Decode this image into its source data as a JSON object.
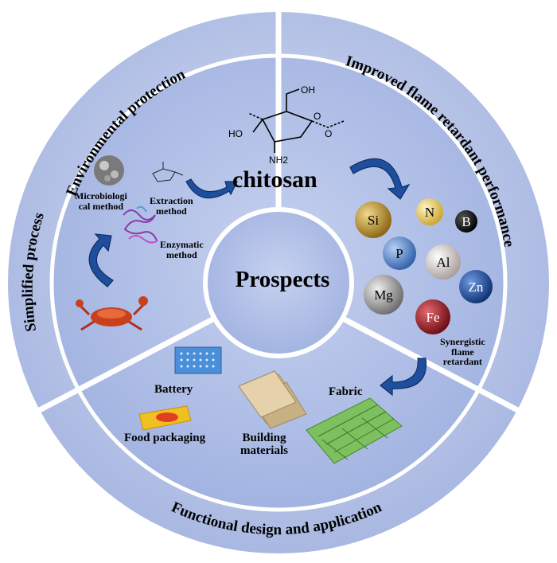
{
  "center": {
    "title": "Prospects"
  },
  "chitosan_label": "chitosan",
  "chitosan_structure": {
    "oh_top": "OH",
    "ho_left": "HO",
    "nh2": "NH2",
    "o_ring": "O",
    "o_link": "O"
  },
  "outer_ring": {
    "top_left": "Environmental protection",
    "top_right": "Improved flame retardant performance",
    "left": "Simplified process",
    "bottom": "Functional design and application"
  },
  "extraction": {
    "microbiological": "Microbiological method",
    "microbio_line1": "Microbiologi",
    "microbio_line2": "cal method",
    "extraction_line1": "Extraction",
    "extraction_line2": "method",
    "enzymatic_line1": "Enzymatic",
    "enzymatic_line2": "method"
  },
  "elements": [
    {
      "symbol": "Si",
      "color": "#b8860b"
    },
    {
      "symbol": "N",
      "color": "#e8c84a"
    },
    {
      "symbol": "B",
      "color": "#111111"
    },
    {
      "symbol": "P",
      "color": "#4a7ec8"
    },
    {
      "symbol": "Al",
      "color": "#d8d0cc"
    },
    {
      "symbol": "Zn",
      "color": "#1e4f9e"
    },
    {
      "symbol": "Mg",
      "color": "#9a9a9a"
    },
    {
      "symbol": "Fe",
      "color": "#a01820"
    }
  ],
  "synergistic": {
    "line1": "Synergistic",
    "line2": "flame",
    "line3": "retardant"
  },
  "applications": {
    "battery": "Battery",
    "food_packaging": "Food packaging",
    "building_line1": "Building",
    "building_line2": "materials",
    "fabric": "Fabric"
  },
  "colors": {
    "ring": "#b7c3e6",
    "inner": "#aebde5",
    "arrow": "#1f4e9c"
  }
}
